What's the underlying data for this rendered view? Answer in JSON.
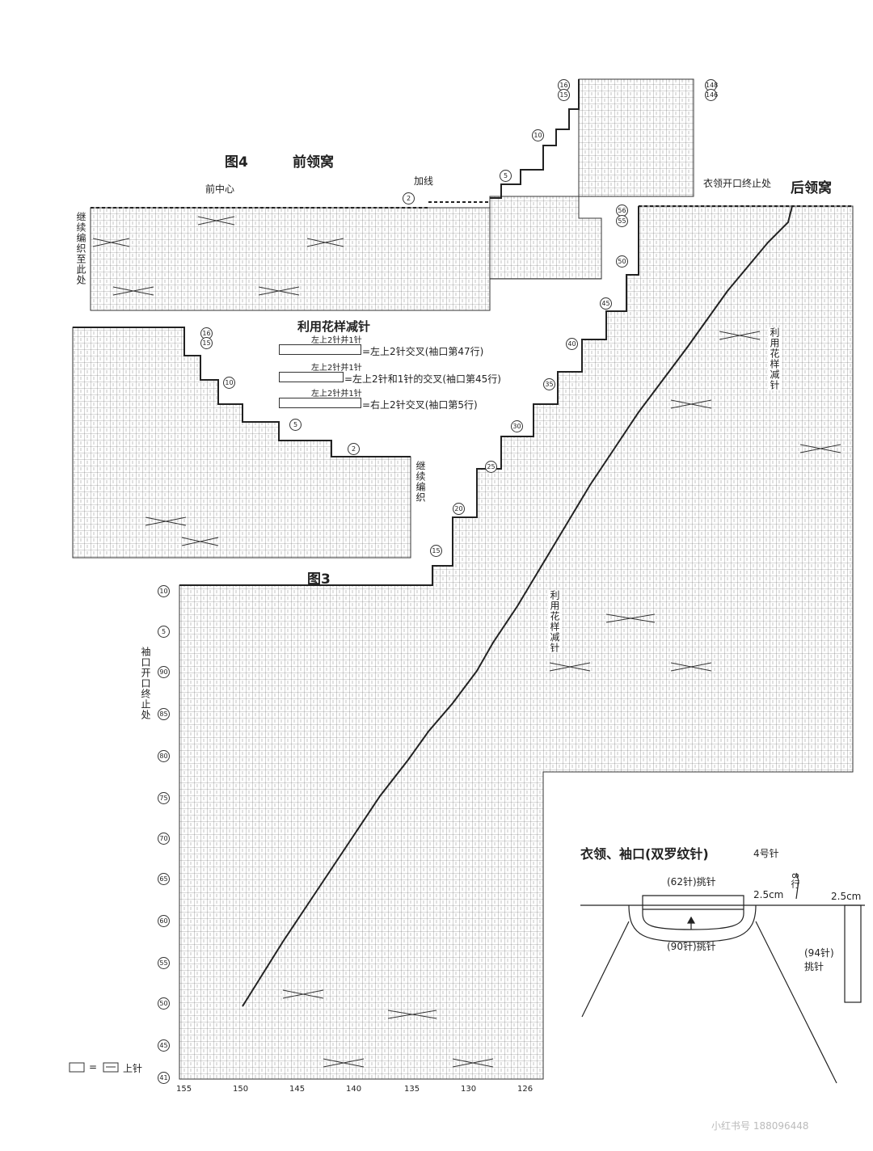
{
  "titles": {
    "fig4": "图4",
    "front_neck": "前领窝",
    "back_neck": "后领窝",
    "fig3": "图3",
    "pattern_decrease": "利用花样减针",
    "collar_cuff": "衣领、袖口(双罗纹针)",
    "needle_size": "4号针"
  },
  "labels": {
    "front_center": "前中心",
    "add_yarn": "加线",
    "collar_open_end": "衣领开口终止处",
    "continue_knit_here": "继续编织至此处",
    "continue_knit": "继续编织",
    "sleeve_open_end": "袖口开口终止处",
    "pattern_decrease_vert1": "利用花样减针",
    "pattern_decrease_vert2": "利用花样减针"
  },
  "decrease_legend": [
    {
      "top": "左上2针并1针",
      "desc": "=左上2针交叉(袖口第47行)"
    },
    {
      "top": "左上2针并1针",
      "desc": "=左上2针和1针的交叉(袖口第45行)"
    },
    {
      "top": "左上2针并1针",
      "desc": "=右上2针交叉(袖口第5行)"
    }
  ],
  "stitch_legend": {
    "equals": "=",
    "label": "上针"
  },
  "row_markers": {
    "fig4_right": [
      "16",
      "15",
      "10",
      "5",
      "2"
    ],
    "fig4_left_top": [
      "16",
      "15",
      "10",
      "5",
      "2"
    ],
    "back_right": [
      "148",
      "146"
    ],
    "back_left": [
      "56",
      "55",
      "50",
      "45",
      "40",
      "35",
      "30",
      "25",
      "20",
      "15"
    ],
    "fig3_left": [
      "10",
      "5",
      "90",
      "85",
      "80",
      "75",
      "70",
      "65",
      "60",
      "55",
      "50",
      "45",
      "41"
    ]
  },
  "column_numbers": [
    "155",
    "150",
    "145",
    "140",
    "135",
    "130",
    "126"
  ],
  "collar_diagram": {
    "pickup_62": "(62针)挑针",
    "width_25a": "2.5cm",
    "rows_8": "8行",
    "pickup_90": "(90针)挑针",
    "width_25b": "2.5cm",
    "pickup_94": "(94针)挑针"
  },
  "watermark": "小红书号 188096448",
  "colors": {
    "ink": "#333333",
    "grid": "#555555"
  }
}
